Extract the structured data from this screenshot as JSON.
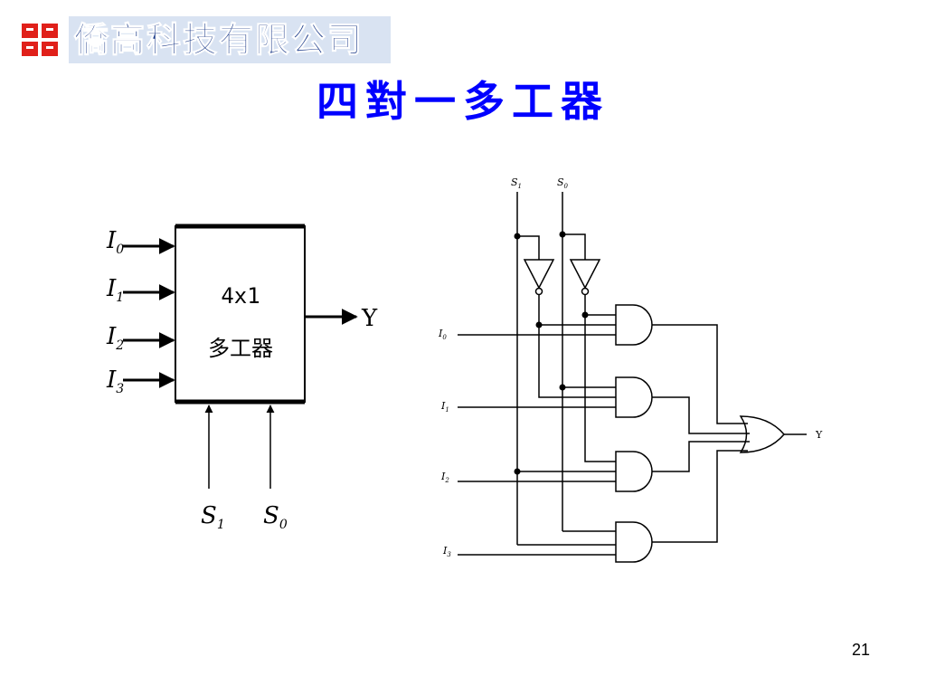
{
  "logo": {
    "text": "僑高科技有限公司",
    "icon": "company-logo-icon",
    "color": "#1f3d8a"
  },
  "title": "四對一多工器",
  "page_number": "21",
  "block_diagram": {
    "label_line1": "4x1",
    "label_line2": "多工器",
    "inputs": [
      {
        "letter": "I",
        "sub": "0"
      },
      {
        "letter": "I",
        "sub": "1"
      },
      {
        "letter": "I",
        "sub": "2"
      },
      {
        "letter": "I",
        "sub": "3"
      }
    ],
    "selects": [
      {
        "letter": "S",
        "sub": "1"
      },
      {
        "letter": "S",
        "sub": "0"
      }
    ],
    "output": "Y"
  },
  "gate_circuit": {
    "selects": [
      {
        "letter": "S",
        "sub": "1"
      },
      {
        "letter": "S",
        "sub": "0"
      }
    ],
    "inputs": [
      {
        "letter": "I",
        "sub": "0"
      },
      {
        "letter": "I",
        "sub": "1"
      },
      {
        "letter": "I",
        "sub": "2"
      },
      {
        "letter": "I",
        "sub": "3"
      }
    ],
    "output": "Y"
  }
}
